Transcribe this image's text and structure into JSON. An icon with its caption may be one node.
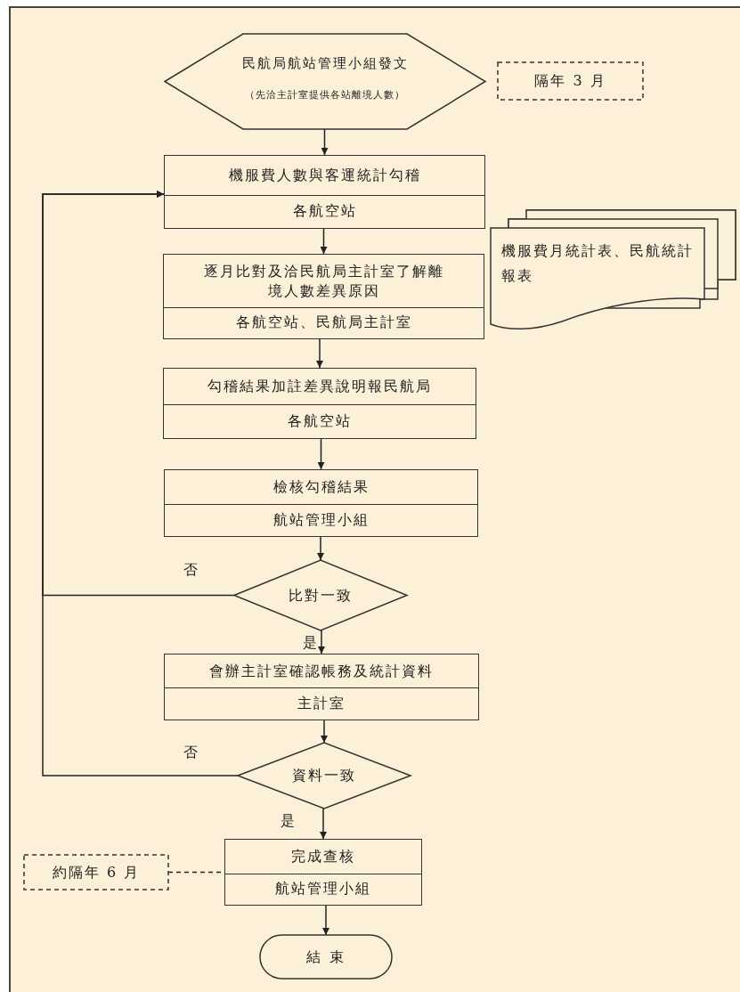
{
  "diagram": {
    "nodes": [
      {
        "text": [
          "民航局航站管理小組發文",
          "（先洽主計室提供各站離境人數）"
        ]
      },
      {
        "text": [
          "隔年 3 月"
        ]
      },
      {
        "text": [
          "機服費人數與客運統計勾稽",
          "各航空站"
        ]
      },
      {
        "text": [
          "逐月比對及洽民航局主計室了解離境人數差異原因",
          "各航空站、民航局主計室"
        ]
      },
      {
        "text": [
          "機服費月統計表、民航統計報表"
        ]
      },
      {
        "text": [
          "勾稽結果加註差異說明報民航局",
          "各航空站"
        ]
      },
      {
        "text": [
          "檢核勾稽結果",
          "航站管理小組"
        ]
      },
      {
        "text": [
          "比對一致"
        ]
      },
      {
        "text": [
          "會辦主計室確認帳務及統計資料",
          "主計室"
        ]
      },
      {
        "text": [
          "資料一致"
        ]
      },
      {
        "text": [
          "約隔年 6 月"
        ]
      },
      {
        "text": [
          "完成查核",
          "航站管理小組"
        ]
      },
      {
        "text": [
          "結 束"
        ]
      }
    ],
    "edges": [
      {
        "from": 0,
        "to": 2,
        "arrow": "to"
      },
      {
        "from": 2,
        "to": 3,
        "arrow": "to"
      },
      {
        "from": 3,
        "to": 5,
        "arrow": "to"
      },
      {
        "from": 5,
        "to": 6,
        "arrow": "to"
      },
      {
        "from": 6,
        "to": 7,
        "arrow": "to"
      },
      {
        "from": 7,
        "to": 2,
        "arrow": "to",
        "label": "否"
      },
      {
        "from": 7,
        "to": 8,
        "arrow": "to",
        "label": "是"
      },
      {
        "from": 8,
        "to": 9,
        "arrow": "to"
      },
      {
        "from": 9,
        "to": 2,
        "arrow": "to",
        "label": "否"
      },
      {
        "from": 9,
        "to": 11,
        "arrow": "to",
        "label": "是"
      },
      {
        "from": 10,
        "to": 11,
        "arrow": "none",
        "style": "dashed"
      },
      {
        "from": 11,
        "to": 12,
        "arrow": "to"
      }
    ]
  }
}
